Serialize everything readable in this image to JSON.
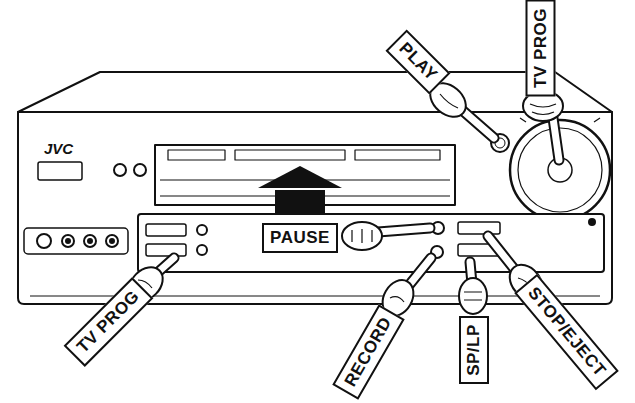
{
  "diagram": {
    "nodes": [
      {
        "text": [
          "TV PROG"
        ]
      },
      {
        "text": [
          "PLAY"
        ]
      },
      {
        "text": [
          "PAUSE"
        ]
      },
      {
        "text": [
          "TV PROG"
        ]
      },
      {
        "text": [
          "RECORD"
        ]
      },
      {
        "text": [
          "SP/LP"
        ]
      },
      {
        "text": [
          "STOP/EJECT"
        ]
      }
    ],
    "labels": [
      "JVC"
    ]
  }
}
